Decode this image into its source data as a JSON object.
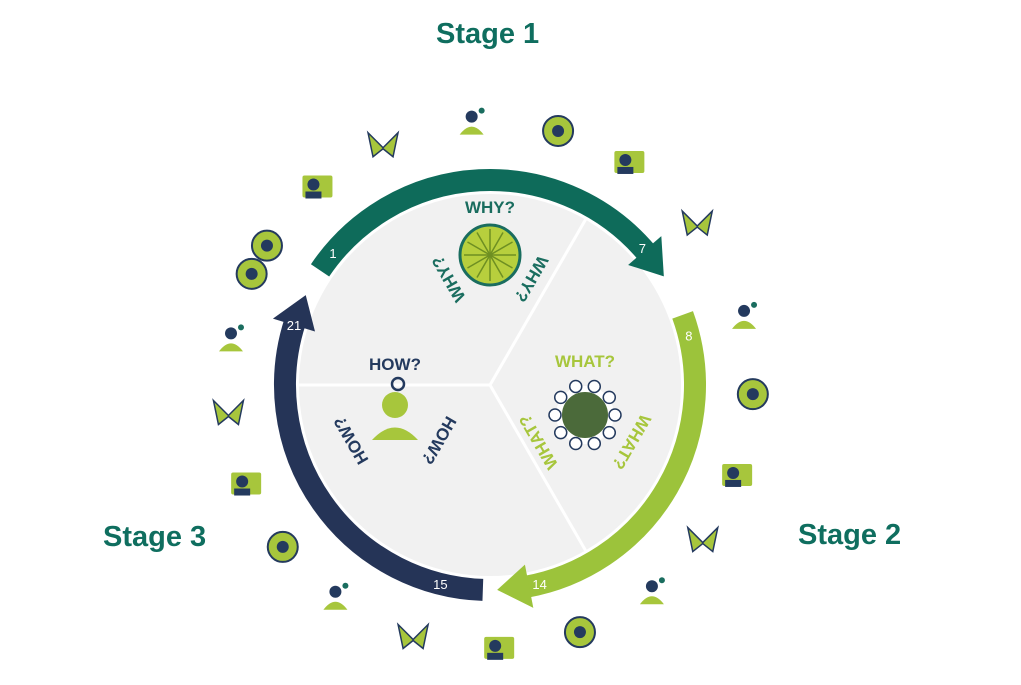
{
  "colors": {
    "stage1": "#0e6b5a",
    "stage2": "#9cc33b",
    "stage3": "#253457",
    "label": "#0f6e5f",
    "sector": "#f1f1f1",
    "icon_dark": "#243a5e",
    "icon_green": "#a7c63c",
    "icon_teal": "#1a6d5f"
  },
  "stages": [
    {
      "label": "Stage 1",
      "start_number": "1",
      "end_number": "7"
    },
    {
      "label": "Stage 2",
      "start_number": "8",
      "end_number": "14"
    },
    {
      "label": "Stage 3",
      "start_number": "15",
      "end_number": "21"
    }
  ],
  "center_words": {
    "why": "WHY?",
    "what": "WHAT?",
    "how": "HOW?"
  },
  "icons": [
    "globe-icon",
    "butterfly-question-icon",
    "team-meeting-icon",
    "compass-star-icon",
    "thinking-person-icon",
    "network-icon",
    "presentation-icon",
    "magnifier-icon",
    "target-butterfly-icon",
    "person-chart-icon",
    "arrows-cross-icon",
    "person-document-icon",
    "play-icon",
    "kaleidoscope-icon",
    "arrows-star-icon",
    "person-screen-icon",
    "butterfly-person-icon",
    "network-icon",
    "butterfly-circle-icon",
    "butterfly-check-icon",
    "people-connect-icon"
  ]
}
